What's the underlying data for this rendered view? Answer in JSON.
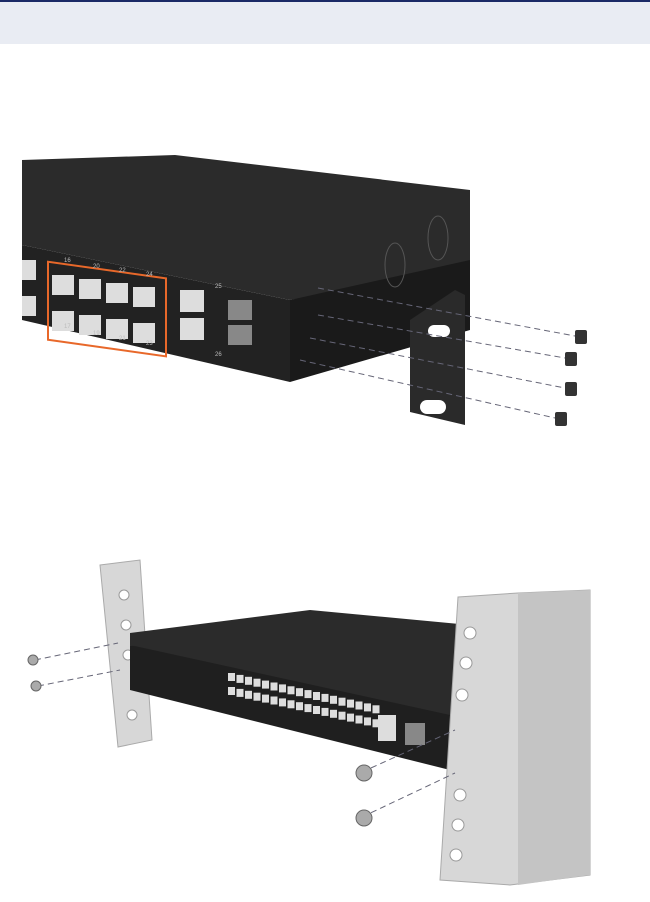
{
  "figures": [
    {
      "id": "bracket-attach",
      "port_labels": [
        "16",
        "20",
        "22",
        "24",
        "17",
        "19",
        "21",
        "23",
        "25",
        "26"
      ]
    },
    {
      "id": "rack-mount"
    }
  ],
  "colors": {
    "header_bar": "#e9ecf3",
    "header_border": "#1b2a66",
    "chassis": "#1f1f1f",
    "port_accent": "#e8682a",
    "bracket": "#2a2a2a",
    "rail": "#d7d7d7"
  }
}
